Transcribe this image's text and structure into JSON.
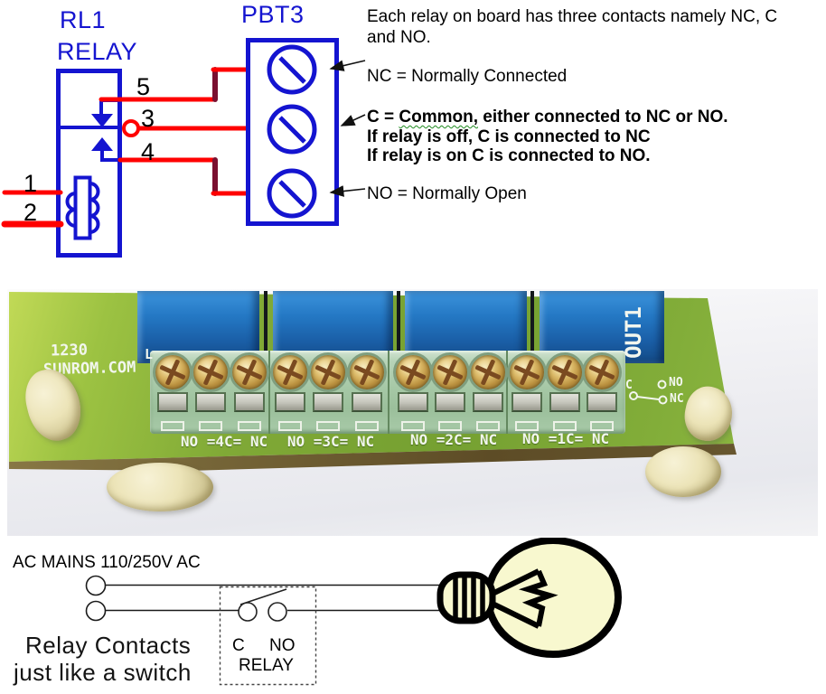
{
  "schematic": {
    "relay_ref": "RL1",
    "relay_label": "RELAY",
    "block_ref": "PBT3",
    "pins": [
      "5",
      "3",
      "4",
      "1",
      "2"
    ],
    "notes": {
      "intro": "Each relay on board has three contacts namely NC, C and NO.",
      "nc": "NC = Normally Connected",
      "c_prefix": "C = ",
      "c_word": "Common,",
      "c_rest": " either connected to NC  or NO.",
      "c_line2": "If relay is off, C is connected to NC",
      "c_line3": "If relay is on C is connected to NO.",
      "no": "NO = Normally Open"
    }
  },
  "photo": {
    "board_number": "1230",
    "brand": "SUNROM.COM",
    "partial_label": "L",
    "out_label": "OUT1",
    "terminal_labels": [
      "NO =4C= NC",
      "NO =3C= NC",
      "NO =2C= NC",
      "NO =1C= NC"
    ],
    "mini_schematic": {
      "c": "C",
      "no": "NO",
      "nc": "NC"
    }
  },
  "bottom": {
    "mains_label": "AC MAINS 110/250V AC",
    "contact_c": "C",
    "contact_no": "NO",
    "relay_box_label": "RELAY",
    "caption_line1": "Relay Contacts",
    "caption_line2": "just like a switch"
  },
  "colors": {
    "schematic_blue": "#1414d0",
    "wire_red": "#ff0000",
    "wire_dark_red": "#7a1030",
    "pcb_green": "#7fa836",
    "relay_blue": "#2478c4",
    "terminal_green": "#a9cba9",
    "bulb_yellow": "#f8f8cf",
    "silkscreen_white": "#f2f6ee",
    "spellcheck_green": "#1e8a1e"
  }
}
